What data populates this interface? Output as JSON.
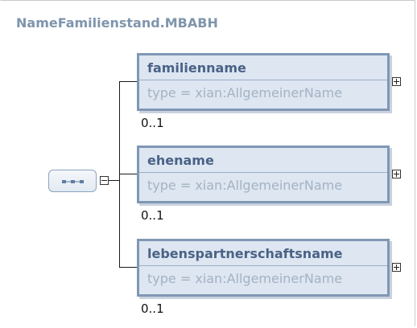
{
  "diagram": {
    "title": "NameFamilienstand.MBABH",
    "elements": [
      {
        "name": "familienname",
        "type": "type = xian:AllgemeinerName",
        "cardinality": "0..1"
      },
      {
        "name": "ehename",
        "type": "type = xian:AllgemeinerName",
        "cardinality": "0..1"
      },
      {
        "name": "lebenspartnerschaftsname",
        "type": "type = xian:AllgemeinerName",
        "cardinality": "0..1"
      }
    ],
    "colors": {
      "title": "#7f95ad",
      "element_border": "#8097b4",
      "element_fill": "#dde6f1",
      "element_name": "#4a6286",
      "type_text": "#a4b2c4"
    },
    "icons": [
      "sequence-compositor-icon",
      "collapse-icon",
      "expand-icon"
    ]
  }
}
